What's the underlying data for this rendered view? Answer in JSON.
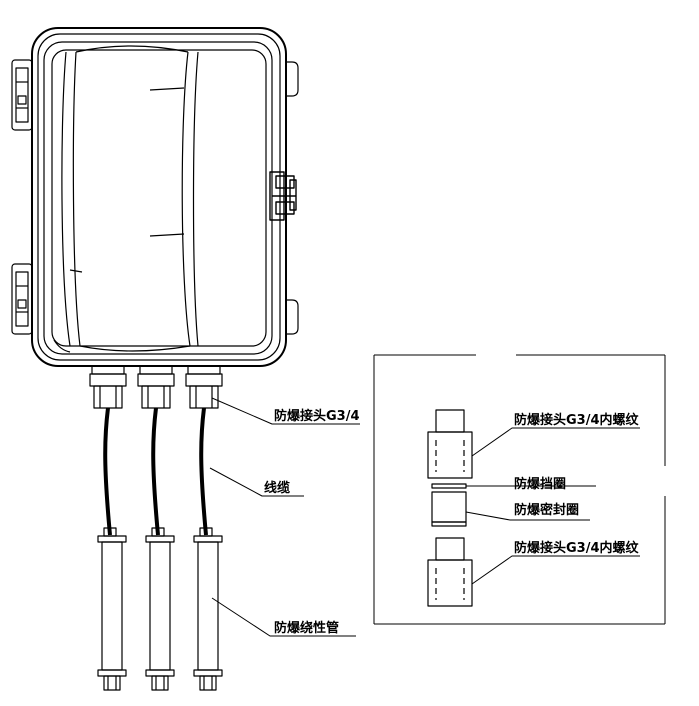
{
  "labels": {
    "connector": "防爆接头G3/4",
    "cable": "线缆",
    "insulating_tube": "防爆绕性管",
    "detail_connector_top": "防爆接头G3/4内螺纹",
    "detail_retaining_ring": "防爆挡圈",
    "detail_seal_ring": "防爆密封圈",
    "detail_connector_bottom": "防爆接头G3/4内螺纹"
  },
  "colors": {
    "line": "#000000",
    "background": "#ffffff"
  }
}
